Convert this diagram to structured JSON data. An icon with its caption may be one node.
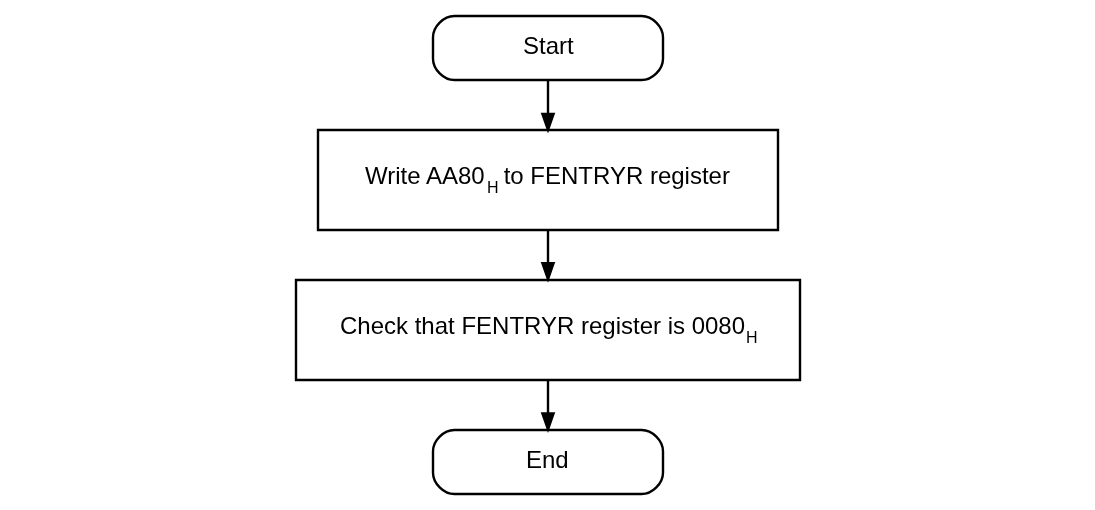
{
  "diagram": {
    "nodes": [
      {
        "text": [
          "Start"
        ]
      },
      {
        "text": [
          "Write AA80$_{H}$ to FENTRYR register"
        ]
      },
      {
        "text": [
          "Check that FENTRYR register is 0080$_{H}$"
        ]
      },
      {
        "text": [
          "End"
        ]
      }
    ],
    "edges": [
      {
        "from": 0,
        "to": 1,
        "arrow": "to"
      },
      {
        "from": 1,
        "to": 2,
        "arrow": "to"
      },
      {
        "from": 2,
        "to": 3,
        "arrow": "to"
      }
    ]
  }
}
